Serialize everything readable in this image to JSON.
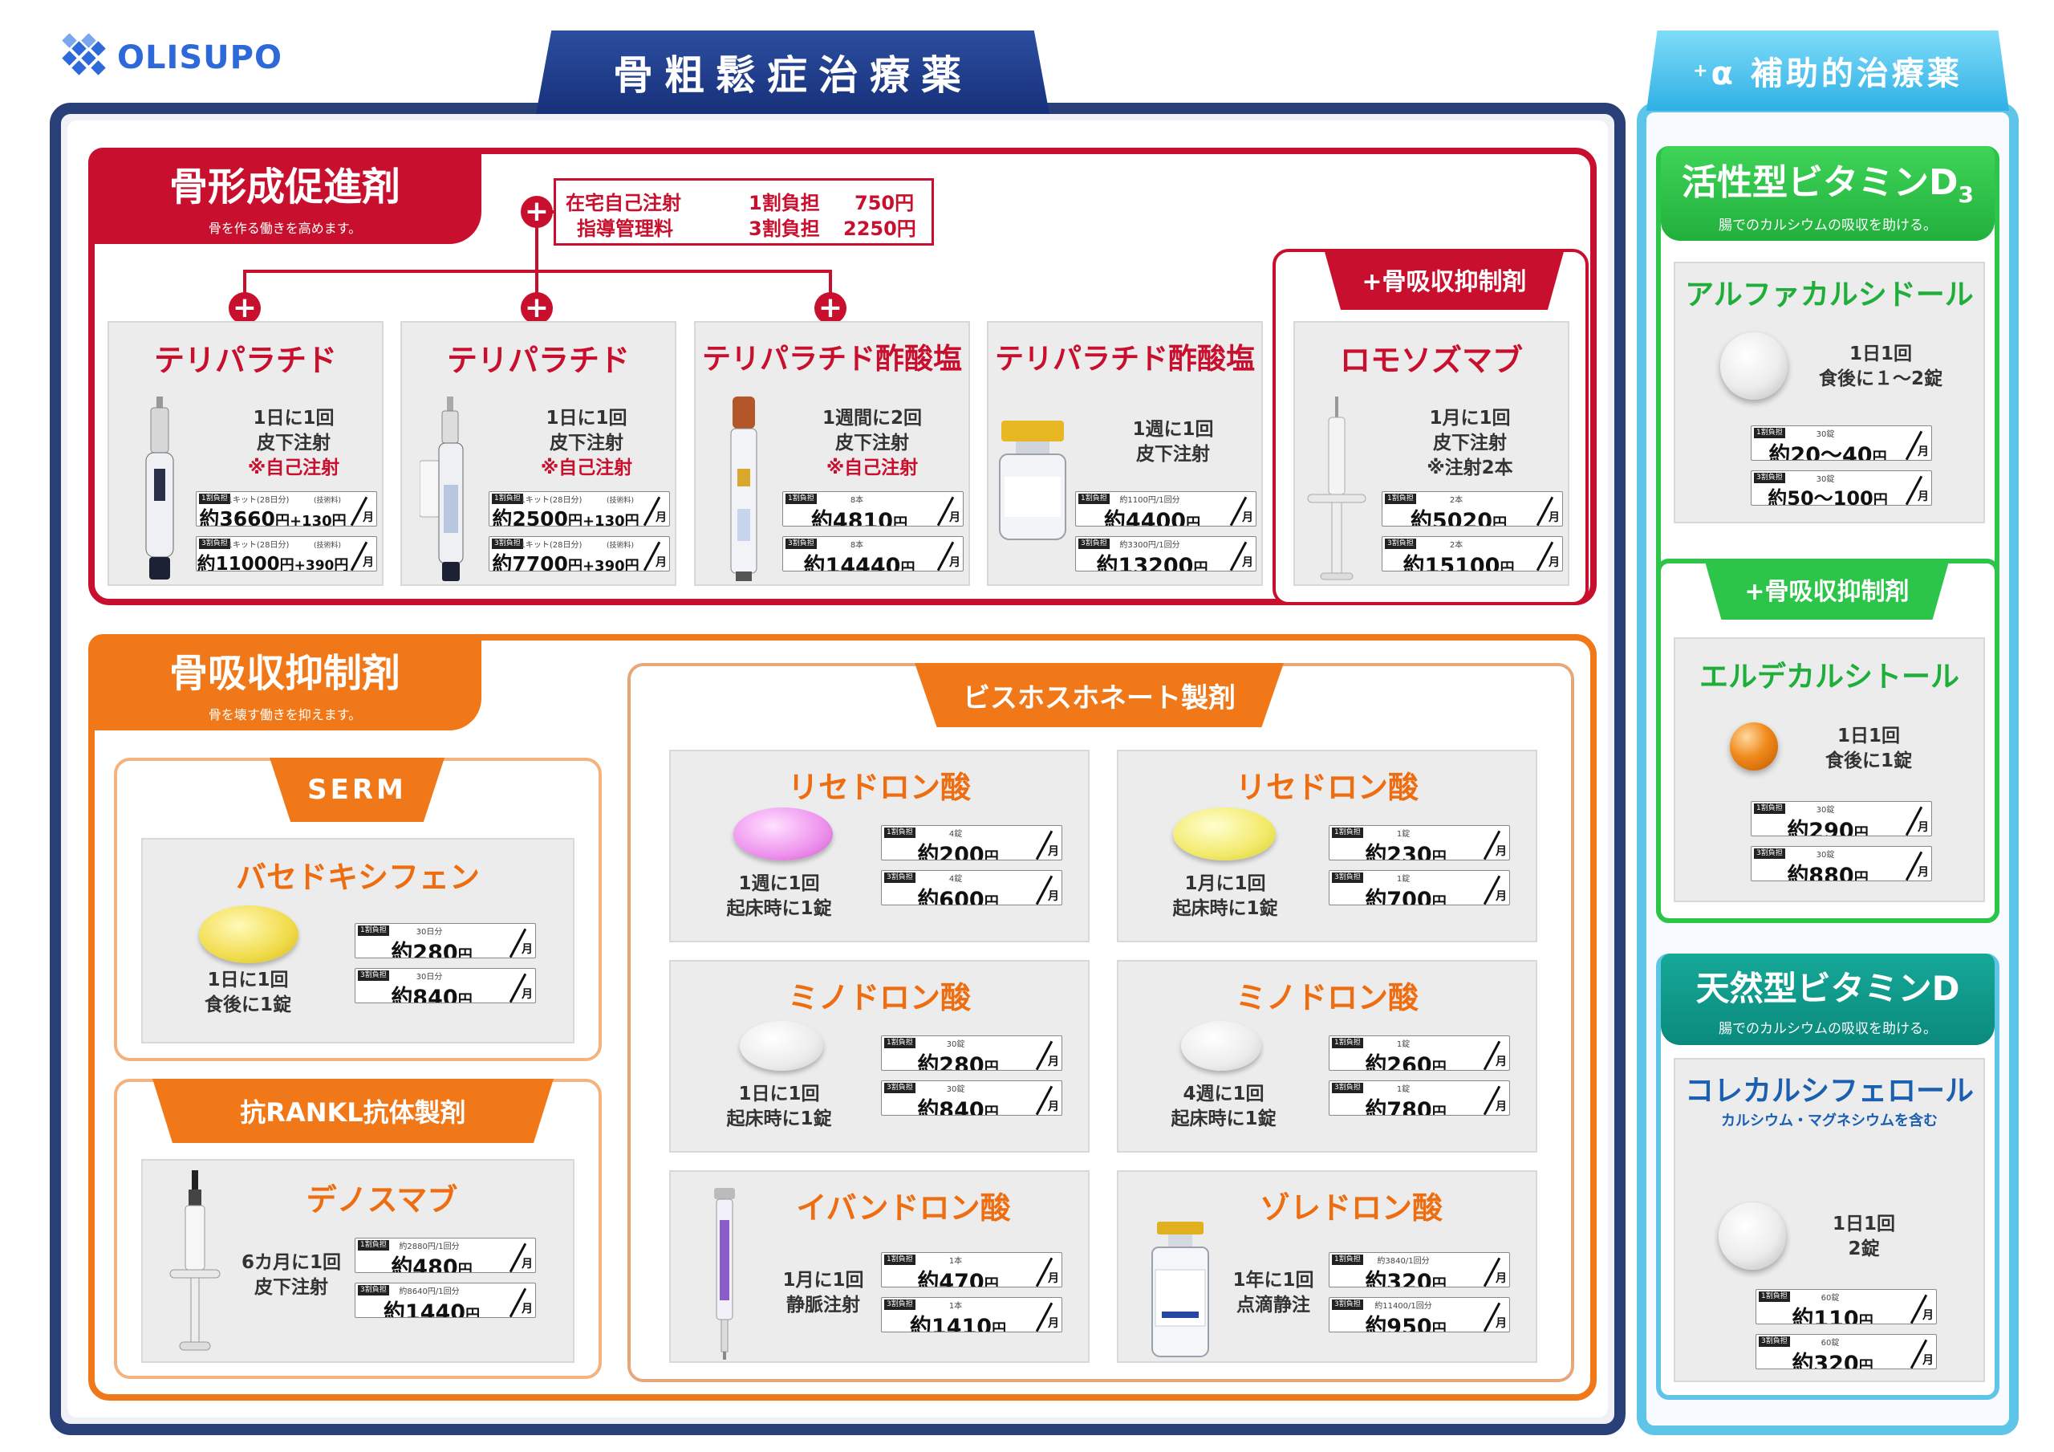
{
  "logo": {
    "text": "OLISUPO"
  },
  "main_tab": {
    "title": "骨粗鬆症治療薬"
  },
  "side_tab": {
    "sup": "+",
    "title": "α 補助的治療薬"
  },
  "colors": {
    "red": "#c8102e",
    "orange": "#ee6d10",
    "navy": "#283f78",
    "green": "#1fae3a",
    "teal": "#0a9a8c",
    "sky": "#5ec4e8"
  },
  "bone_formation": {
    "title": "骨形成促進剤",
    "subtitle": "骨を作る働きを高めます。",
    "fee": {
      "line1": "在宅自己注射",
      "line2": "指導管理料",
      "r1_label": "1割負担",
      "r1_value": "750円",
      "r3_label": "3割負担",
      "r3_value": "2250円"
    },
    "resorb_banner": "+骨吸収抑制剤",
    "drugs": [
      {
        "name": "テリパラチド",
        "desc": [
          "1日に1回",
          "皮下注射"
        ],
        "note": "※自己注射",
        "p1": {
          "tag": "1割負担",
          "sub": "1キット(28日分)",
          "main": "約3660",
          "extra_sub": "(技術料)",
          "extra": "+130"
        },
        "p3": {
          "tag": "3割負担",
          "sub": "1キット(28日分)",
          "main": "約11000",
          "extra_sub": "(技術料)",
          "extra": "+390"
        }
      },
      {
        "name": "テリパラチド",
        "desc": [
          "1日に1回",
          "皮下注射"
        ],
        "note": "※自己注射",
        "p1": {
          "tag": "1割負担",
          "sub": "1キット(28日分)",
          "main": "約2500",
          "extra_sub": "(技術料)",
          "extra": "+130"
        },
        "p3": {
          "tag": "3割負担",
          "sub": "1キット(28日分)",
          "main": "約7700",
          "extra_sub": "(技術料)",
          "extra": "+390"
        }
      },
      {
        "name": "テリパラチド酢酸塩",
        "desc": [
          "1週間に2回",
          "皮下注射"
        ],
        "note": "※自己注射",
        "p1": {
          "tag": "1割負担",
          "sub": "8本",
          "main": "約4810"
        },
        "p3": {
          "tag": "3割負担",
          "sub": "8本",
          "main": "約14440"
        }
      },
      {
        "name": "テリパラチド酢酸塩",
        "desc": [
          "1週に1回",
          "皮下注射"
        ],
        "note": "",
        "p1": {
          "tag": "1割負担",
          "sub": "約1100円/1回分",
          "main": "約4400"
        },
        "p3": {
          "tag": "3割負担",
          "sub": "約3300円/1回分",
          "main": "約13200"
        }
      },
      {
        "name": "ロモソズマブ",
        "desc": [
          "1月に1回",
          "皮下注射",
          "※注射2本"
        ],
        "note": "",
        "p1": {
          "tag": "1割負担",
          "sub": "2本",
          "main": "約5020"
        },
        "p3": {
          "tag": "3割負担",
          "sub": "2本",
          "main": "約15100"
        }
      }
    ]
  },
  "bone_resorption": {
    "title": "骨吸収抑制剤",
    "subtitle": "骨を壊す働きを抑えます。",
    "serm": {
      "banner": "SERM",
      "name": "バセドキシフェン",
      "desc": [
        "1日に1回",
        "食後に1錠"
      ],
      "p1": {
        "tag": "1割負担",
        "sub": "30日分",
        "main": "約280"
      },
      "p3": {
        "tag": "3割負担",
        "sub": "30日分",
        "main": "約840"
      }
    },
    "rankl": {
      "banner": "抗RANKL抗体製剤",
      "name": "デノスマブ",
      "desc": [
        "6カ月に1回",
        "皮下注射"
      ],
      "p1": {
        "tag": "1割負担",
        "sub": "約2880円/1回分",
        "main": "約480"
      },
      "p3": {
        "tag": "3割負担",
        "sub": "約8640円/1回分",
        "main": "約1440"
      }
    },
    "bisphos": {
      "banner": "ビスホスホネート製剤",
      "drugs": [
        {
          "name": "リセドロン酸",
          "desc": [
            "1週に1回",
            "起床時に1錠"
          ],
          "p1": {
            "tag": "1割負担",
            "sub": "4錠",
            "main": "約200"
          },
          "p3": {
            "tag": "3割負担",
            "sub": "4錠",
            "main": "約600"
          }
        },
        {
          "name": "リセドロン酸",
          "desc": [
            "1月に1回",
            "起床時に1錠"
          ],
          "p1": {
            "tag": "1割負担",
            "sub": "1錠",
            "main": "約230"
          },
          "p3": {
            "tag": "3割負担",
            "sub": "1錠",
            "main": "約700"
          }
        },
        {
          "name": "ミノドロン酸",
          "desc": [
            "1日に1回",
            "起床時に1錠"
          ],
          "p1": {
            "tag": "1割負担",
            "sub": "30錠",
            "main": "約280"
          },
          "p3": {
            "tag": "3割負担",
            "sub": "30錠",
            "main": "約840"
          }
        },
        {
          "name": "ミノドロン酸",
          "desc": [
            "4週に1回",
            "起床時に1錠"
          ],
          "p1": {
            "tag": "1割負担",
            "sub": "1錠",
            "main": "約260"
          },
          "p3": {
            "tag": "3割負担",
            "sub": "1錠",
            "main": "約780"
          }
        },
        {
          "name": "イバンドロン酸",
          "desc": [
            "1月に1回",
            "静脈注射"
          ],
          "p1": {
            "tag": "1割負担",
            "sub": "1本",
            "main": "約470"
          },
          "p3": {
            "tag": "3割負担",
            "sub": "1本",
            "main": "約1410"
          }
        },
        {
          "name": "ゾレドロン酸",
          "desc": [
            "1年に1回",
            "点滴静注"
          ],
          "p1": {
            "tag": "1割負担",
            "sub": "約3840/1回分",
            "main": "約320"
          },
          "p3": {
            "tag": "3割負担",
            "sub": "約11400/1回分",
            "main": "約950"
          }
        }
      ]
    }
  },
  "vitamin_active": {
    "title": "活性型ビタミンD",
    "title_sub": "3",
    "subtitle": "腸でのカルシウムの吸収を助ける。",
    "drug1": {
      "name": "アルファカルシドール",
      "desc": [
        "1日1回",
        "食後に１～2錠"
      ],
      "p1": {
        "tag": "1割負担",
        "sub": "30錠",
        "main": "約20～40"
      },
      "p3": {
        "tag": "3割負担",
        "sub": "30錠",
        "main": "約50～100"
      }
    },
    "resorb_banner": "+骨吸収抑制剤",
    "drug2": {
      "name": "エルデカルシトール",
      "desc": [
        "1日1回",
        "食後に1錠"
      ],
      "p1": {
        "tag": "1割負担",
        "sub": "30錠",
        "main": "約290"
      },
      "p3": {
        "tag": "3割負担",
        "sub": "30錠",
        "main": "約880"
      }
    }
  },
  "vitamin_natural": {
    "title": "天然型ビタミンD",
    "subtitle": "腸でのカルシウムの吸収を助ける。",
    "name": "コレカルシフェロール",
    "name_sub": "カルシウム・マグネシウムを含む",
    "desc": [
      "1日1回",
      "2錠"
    ],
    "p1": {
      "tag": "1割負担",
      "sub": "60錠",
      "main": "約110"
    },
    "p3": {
      "tag": "3割負担",
      "sub": "60錠",
      "main": "約320"
    }
  },
  "units": {
    "yen": "円",
    "month": "月"
  }
}
